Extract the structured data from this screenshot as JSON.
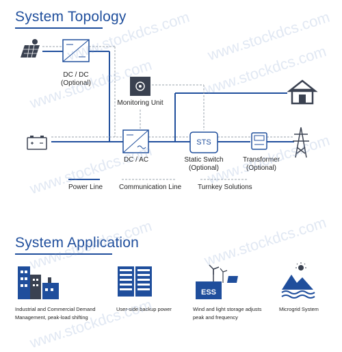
{
  "titles": {
    "topology": "System Topology",
    "application": "System Application"
  },
  "topology": {
    "dcdc": "DC / DC",
    "dcdc_note": "(Optional)",
    "monitoring": "Monitoring Unit",
    "dcac": "DC / AC",
    "sts_box": "STS",
    "static_switch": "Static Switch",
    "static_switch_note": "(Optional)",
    "transformer": "Transformer",
    "transformer_note": "(Optional)"
  },
  "legend": {
    "power_line": "Power Line",
    "communication_line": "Communication Line",
    "turnkey": "Turnkey Solutions"
  },
  "applications": [
    {
      "line1": "Industrial and Commercial Demand",
      "line2": "Management, peak-load shifting"
    },
    {
      "line1": "User-side backup power",
      "line2": ""
    },
    {
      "line1": "Wind and light storage adjusts",
      "line2": "peak and frequency",
      "badge": "ESS"
    },
    {
      "line1": "Microgrid System",
      "line2": ""
    }
  ],
  "watermark": "www.stockdcs.com",
  "colors": {
    "primary": "#1f4e9c",
    "line": "#1f4e9c",
    "dashed": "#9aa3ad",
    "dark_icon": "#3a4150"
  }
}
